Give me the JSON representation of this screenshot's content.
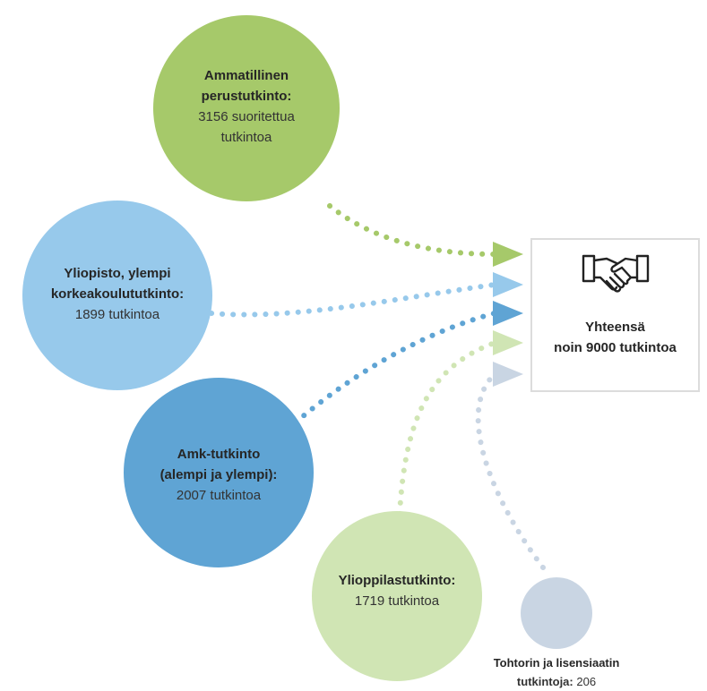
{
  "colors": {
    "vocational": "#a6c96a",
    "university": "#97c9eb",
    "amk": "#5fa4d4",
    "matriculation": "#d0e5b4",
    "doctorate": "#c9d5e3",
    "box_border": "#dcdcdc",
    "text": "#333333"
  },
  "icons": {
    "total": "handshake-icon"
  },
  "nodes": {
    "vocational": {
      "title_line1": "Ammatillinen",
      "title_line2": "perustutkinto:",
      "value_line1": "3156 suoritettua",
      "value_line2": "tutkintoa"
    },
    "university": {
      "title_line1": "Yliopisto, ylempi",
      "title_line2": "korkeakoulututkinto:",
      "value_line1": "1899 tutkintoa"
    },
    "amk": {
      "title_line1": "Amk-tutkinto",
      "title_line2": "(alempi ja ylempi):",
      "value_line1": "2007 tutkintoa"
    },
    "matriculation": {
      "title_line1": "Ylioppilastutkinto:",
      "value_line1": "1719 tutkintoa"
    },
    "doctorate": {
      "title_line1": "Tohtorin ja lisensiaatin",
      "title_line2": "tutkintoja:",
      "value_line1": "206"
    }
  },
  "total": {
    "line1": "Yhteensä",
    "line2": "noin 9000 tutkintoa"
  }
}
